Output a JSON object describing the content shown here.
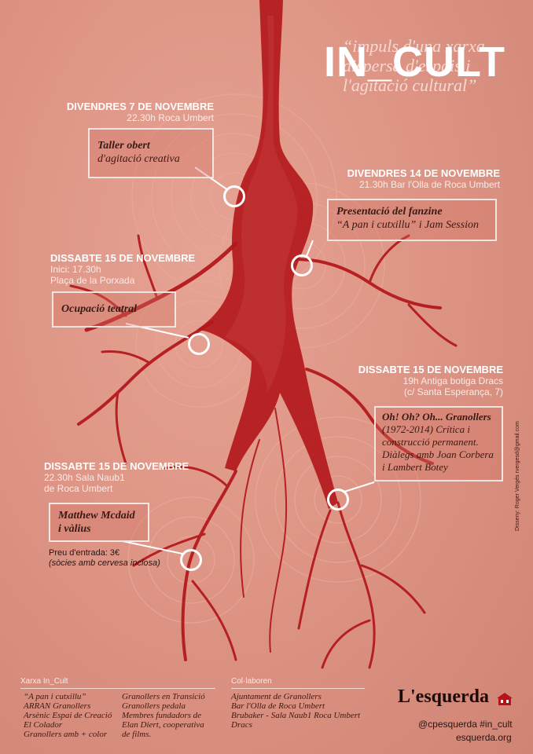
{
  "title": "IN_CULT",
  "quote": [
    "“impuls d'una xarxa",
    "dispersa d'espais i",
    "l'agitació cultural”"
  ],
  "events": [
    {
      "date": "DIVENDRES 7 DE NOVEMBRE",
      "info": [
        "22.30h Roca Umbert"
      ],
      "box": [
        "Taller obert",
        "d'agitació creativa"
      ]
    },
    {
      "date": "DIVENDRES 14 DE NOVEMBRE",
      "info": [
        "21.30h Bar l'Olla de Roca Umbert"
      ],
      "box": [
        "Presentació del fanzine",
        "“A pan i cutxillu” i Jam Session"
      ]
    },
    {
      "date": "DISSABTE 15 DE NOVEMBRE",
      "info": [
        "Inici: 17.30h",
        "Plaça de la Porxada"
      ],
      "box": [
        "Ocupació teatral"
      ]
    },
    {
      "date": "DISSABTE 15 DE NOVEMBRE",
      "info": [
        "19h Antiga botiga Dracs",
        "(c/ Santa Esperança, 7)"
      ],
      "box": [
        "Oh! Oh? Oh... Granollers",
        "(1972-2014) Crítica i",
        "construcció permanent.",
        "Diàlegs amb Joan Corbera",
        "i Lambert Botey"
      ]
    },
    {
      "date": "DISSABTE 15 DE NOVEMBRE",
      "info": [
        "22.30h Sala Naub1",
        "de Roca Umbert"
      ],
      "box": [
        "Matthew Mcdaid",
        "i vàlius"
      ],
      "price": "Preu d'entrada: 3€",
      "price_note": "(sòcies amb cervesa inclosa)"
    }
  ],
  "footer": {
    "xarxa_heading": "Xarxa In_Cult",
    "xarxa_col1": [
      "“A pan i cutxillu”",
      "ARRAN Granollers",
      "Arsènic Espai de Creació",
      "El Colador",
      "Granollers amb + color"
    ],
    "xarxa_col2": [
      "Granollers en Transició",
      "Granollers pedala",
      "Membres fundadors de",
      "Elan Diert, cooperativa",
      "de films."
    ],
    "collab_heading": "Col·laboren",
    "collab": [
      "Ajuntament de Granollers",
      "Bar l'Olla de Roca Umbert",
      "Brubaker - Sala Naub1 Roca Umbert",
      "Dracs"
    ],
    "logo": "L'esquerda",
    "social": "@cpesquerda  #in_cult",
    "web": "esquerda.org",
    "credit": "Disseny: Roger Vergés rvergesd@gmail.com"
  },
  "colors": {
    "background": "#dc9282",
    "root": "#b3161a",
    "text": "#ffffff"
  }
}
